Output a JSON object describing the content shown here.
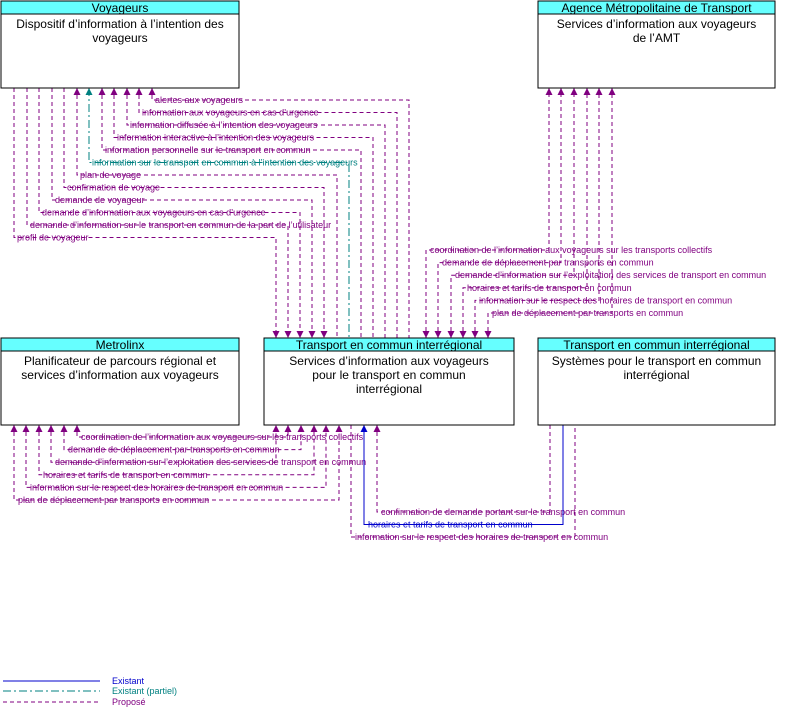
{
  "colors": {
    "proposed": "#800080",
    "partial": "#008080",
    "existing": "#0000cc",
    "header": "#66ffff"
  },
  "boxes": {
    "voyageurs": {
      "header": "Voyageurs",
      "body": [
        "Dispositif d’information à l’intention des",
        "voyageurs"
      ]
    },
    "amt": {
      "header": "Agence Métropolitaine de Transport",
      "body": [
        "Services d’information aux voyageurs",
        "de l’AMT"
      ]
    },
    "metrolinx": {
      "header": "Metrolinx",
      "body": [
        "Planificateur de parcours régional et",
        "services d’information aux voyageurs"
      ]
    },
    "tci": {
      "header": "Transport en commun interrégional",
      "body": [
        "Services d’information aux voyageurs",
        "pour le transport en commun",
        "interrégional"
      ]
    },
    "systemes": {
      "header": "Transport en commun interrégional",
      "body": [
        "Systèmes pour le transport en commun",
        "interrégional"
      ]
    }
  },
  "flows": {
    "voyageurs": [
      "alertes aux voyageurs",
      "information aux voyageurs en cas d’urgence",
      "information diffusée à l’intention des voyageurs",
      "information interactive à l’intention des voyageurs",
      "information personnelle sur le transport en commun",
      "information sur le transport en commun à l’intention des voyageurs",
      "plan de voyage",
      "confirmation de voyage",
      "demande de voyageur",
      "demande d’information aux voyageurs en cas d’urgence",
      "demande d’information sur le transport en commun de la part de l’utilisateur",
      "profil de voyageur"
    ],
    "amt": [
      "coordination de l’information aux voyageurs sur les transports collectifs",
      "demande de déplacement par transports en commun",
      "demande d’information sur l’exploitation des services de transport en commun",
      "horaires et tarifs de transport en commun",
      "information sur le respect des horaires de transport en commun",
      "plan de déplacement par transports en commun"
    ],
    "metrolinx": [
      "coordination de l’information aux voyageurs sur les transports collectifs",
      "demande de déplacement par transports en commun",
      "demande d’information sur l’exploitation des services de transport en commun",
      "horaires et tarifs de transport en commun",
      "information sur le respect des horaires de transport en commun",
      "plan de déplacement par transports en commun"
    ],
    "systemes": [
      "confirmation de demande portant sur le transport en commun",
      "horaires et tarifs de transport en commun",
      "information sur le respect des horaires de transport en commun"
    ]
  },
  "legend": {
    "existing": "Existant",
    "partial": "Existant (partiel)",
    "proposed": "Proposé"
  }
}
